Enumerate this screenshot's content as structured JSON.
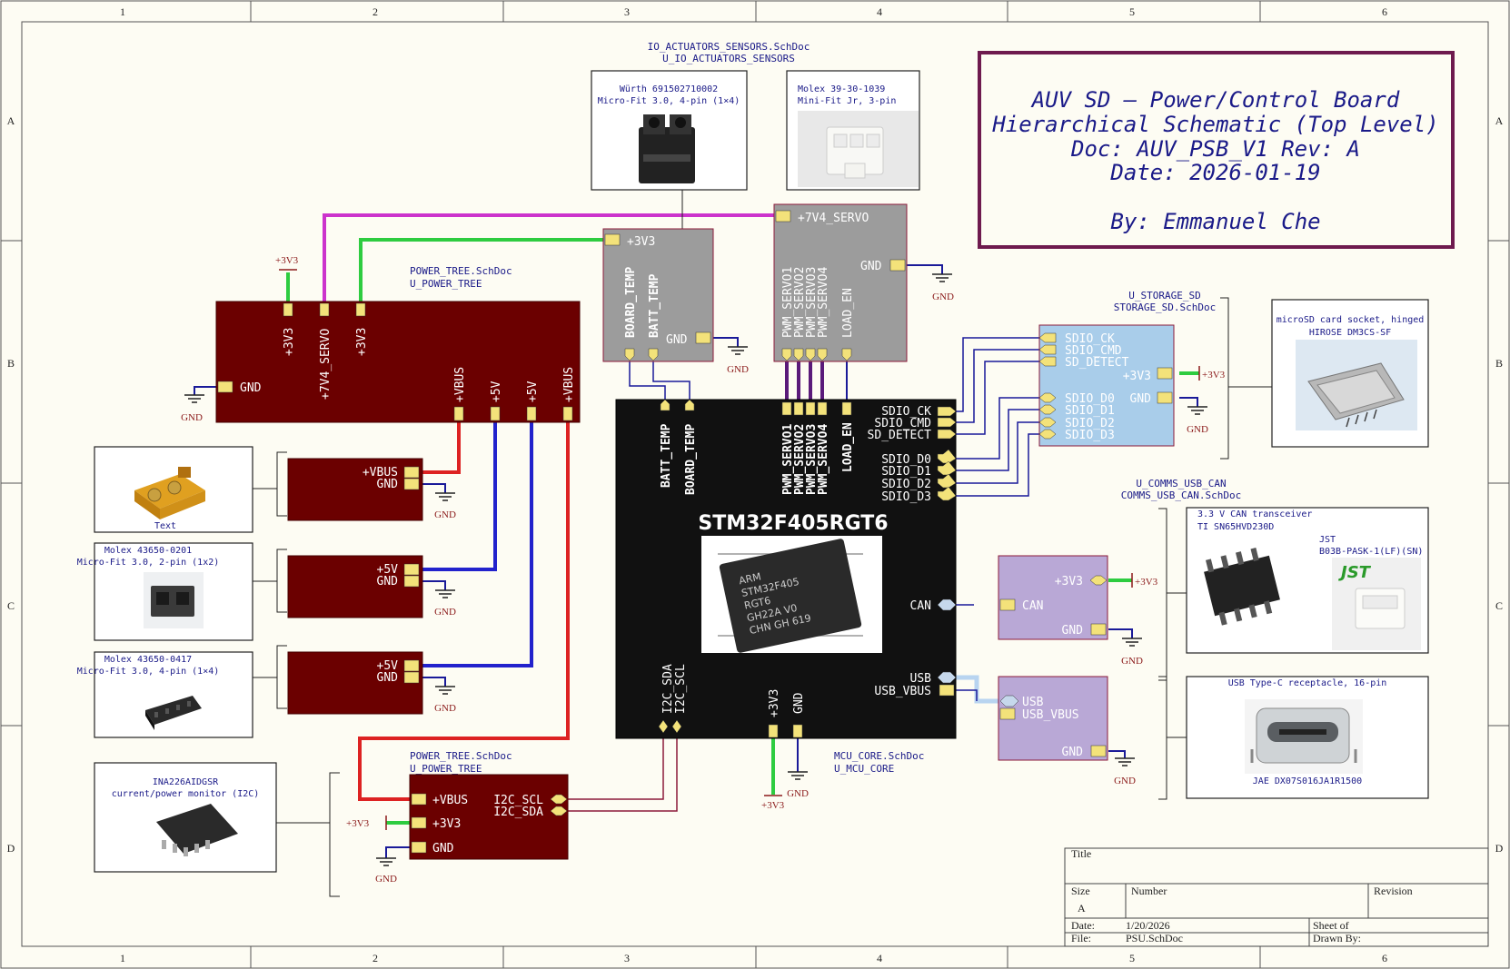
{
  "frame": {
    "cols": [
      "1",
      "2",
      "3",
      "4",
      "5",
      "6"
    ],
    "rows": [
      "A",
      "B",
      "C",
      "D"
    ]
  },
  "title_block": {
    "line1": "AUV SD – Power/Control Board",
    "line2": "Hierarchical Schematic (Top Level)",
    "line3": "Doc: AUV_PSB_V1 Rev: A",
    "line4": "Date: 2026-01-19",
    "line5": "By: Emmanuel Che"
  },
  "sheet_info": {
    "title_label": "Title",
    "size_label": "Size",
    "size_value": "A",
    "number_label": "Number",
    "revision_label": "Revision",
    "date_label": "Date:",
    "date_value": "1/20/2026",
    "sheet_label": "Sheet  of",
    "file_label": "File:",
    "file_value": "PSU.SchDoc",
    "drawn_label": "Drawn By:"
  },
  "io_sheet": {
    "file": "IO_ACTUATORS_SENSORS.SchDoc",
    "designator": "U_IO_ACTUATORS_SENSORS",
    "conn1_line1": "Würth 691502710002",
    "conn1_line2": "Micro-Fit 3.0, 4-pin (1×4)",
    "conn2_line1": "Molex 39-30-1039",
    "conn2_line2": "Mini-Fit Jr, 3-pin",
    "temp_block": {
      "p3v3": "+3V3",
      "board_temp": "BOARD_TEMP",
      "batt_temp": "BATT_TEMP",
      "gnd": "GND"
    },
    "servo_block": {
      "p7v4": "+7V4_SERVO",
      "gnd": "GND",
      "pwm1": "PWM_SERVO1",
      "pwm2": "PWM_SERVO2",
      "pwm3": "PWM_SERVO3",
      "pwm4": "PWM_SERVO4",
      "load_en": "LOAD_EN"
    }
  },
  "power_tree": {
    "file": "POWER_TREE.SchDoc",
    "designator": "U_POWER_TREE",
    "p3v3": "+3V3",
    "p7v4": "+7V4_SERVO",
    "p3v3b": "+3V3",
    "gnd": "GND",
    "vbus1": "+VBUS",
    "p5v1": "+5V",
    "p5v2": "+5V",
    "vbus2": "+VBUS",
    "pwr_3v3_tag": "+3V3"
  },
  "conn_blocks": [
    {
      "pin1": "+VBUS",
      "pin2": "GND"
    },
    {
      "pin1": "+5V",
      "pin2": "GND"
    },
    {
      "pin1": "+5V",
      "pin2": "GND"
    }
  ],
  "connectors": {
    "xt_text": "Text",
    "molex1_l1": "Molex 43650-0201",
    "molex1_l2": "Micro-Fit 3.0, 2-pin (1x2)",
    "molex2_l1": "Molex 43650-0417",
    "molex2_l2": "Micro-Fit 3.0, 4-pin (1×4)",
    "ina_l1": "INA226AIDGSR",
    "ina_l2": "current/power monitor (I2C)"
  },
  "monitor_sheet": {
    "file": "POWER_TREE.SchDoc",
    "designator": "U_POWER_TREE",
    "vbus": "+VBUS",
    "p3v3": "+3V3",
    "gnd": "GND",
    "scl": "I2C_SCL",
    "sda": "I2C_SDA",
    "tag_3v3": "+3V3",
    "tag_gnd": "GND"
  },
  "mcu": {
    "name": "STM32F405RGT6",
    "file": "MCU_CORE.SchDoc",
    "designator": "U_MCU_CORE",
    "batt_temp": "BATT_TEMP",
    "board_temp": "BOARD_TEMP",
    "pwm1": "PWM_SERVO1",
    "pwm2": "PWM_SERVO2",
    "pwm3": "PWM_SERVO3",
    "pwm4": "PWM_SERVO4",
    "load_en": "LOAD_EN",
    "sdio_ck": "SDIO_CK",
    "sdio_cmd": "SDIO_CMD",
    "sd_detect": "SD_DETECT",
    "sdio_d0": "SDIO_D0",
    "sdio_d1": "SDIO_D1",
    "sdio_d2": "SDIO_D2",
    "sdio_d3": "SDIO_D3",
    "can": "CAN",
    "usb": "USB",
    "usb_vbus": "USB_VBUS",
    "i2c_sda": "I2C_SDA",
    "i2c_scl": "I2C_SCL",
    "p3v3": "+3V3",
    "gnd": "GND",
    "chip_mark1": "ARM",
    "chip_mark2": "STM32F405",
    "chip_mark3": "RGT6",
    "chip_mark4": "GH22A V0",
    "chip_mark5": "CHN GH 619",
    "tag_3v3": "+3V3",
    "tag_gnd": "GND"
  },
  "storage": {
    "designator": "U_STORAGE_SD",
    "file": "STORAGE_SD.SchDoc",
    "sdio_ck": "SDIO_CK",
    "sdio_cmd": "SDIO_CMD",
    "sd_detect": "SD_DETECT",
    "p3v3": "+3V3",
    "gnd": "GND",
    "sdio_d0": "SDIO_D0",
    "sdio_d1": "SDIO_D1",
    "sdio_d2": "SDIO_D2",
    "sdio_d3": "SDIO_D3",
    "tag_3v3": "+3V3",
    "tag_gnd": "GND",
    "part_l1": "microSD card socket, hinged",
    "part_l2": "HIROSE DM3CS-SF"
  },
  "comms": {
    "designator": "U_COMMS_USB_CAN",
    "file": "COMMS_USB_CAN.SchDoc",
    "can_p3v3": "+3V3",
    "can": "CAN",
    "can_gnd": "GND",
    "usb": "USB",
    "usb_vbus": "USB_VBUS",
    "usb_gnd": "GND",
    "tag_3v3": "+3V3",
    "tag_gnd": "GND",
    "can_part_l1": "3.3 V CAN transceiver",
    "can_part_l2": "TI SN65HVD230D",
    "jst_l1": "JST",
    "jst_l2": "B03B-PASK-1(LF)(SN)",
    "jst_logo": "JST",
    "usb_part_l1": "USB Type-C receptacle, 16-pin",
    "usb_part_l2": "JAE DX07S016JA1R1500"
  },
  "gnd_tag": "GND",
  "colors": {
    "paper": "#fdfcf3",
    "dark_block": "#6b0000",
    "mcu_block": "#111111",
    "grey_block": "#9c9c9c",
    "blue_block": "#a9cdea",
    "purple_block": "#b9a8d6",
    "wire_green": "#2ecc40",
    "wire_magenta": "#cc33cc",
    "wire_red": "#dd2222",
    "wire_blue": "#2222cc",
    "wire_navy": "#1a1a99",
    "title_border": "#6e1a4e"
  }
}
